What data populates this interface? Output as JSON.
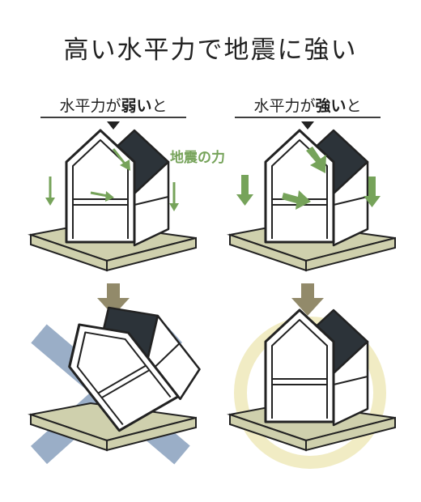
{
  "title": "高い水平力で地震に強い",
  "left": {
    "head_prefix": "水平力が",
    "head_emph": "弱い",
    "head_suffix": "と",
    "result": "cross"
  },
  "right": {
    "head_prefix": "水平力が",
    "head_emph": "強い",
    "head_suffix": "と",
    "result": "circle"
  },
  "force_label": "地震の力",
  "colors": {
    "roof": "#2c3339",
    "outline": "#222222",
    "ground": "#cfd0ad",
    "force_arrow": "#76a35a",
    "result_arrow": "#928a6a",
    "cross": "#9aaec7",
    "circle": "#f1ecc4",
    "text": "#222222"
  }
}
